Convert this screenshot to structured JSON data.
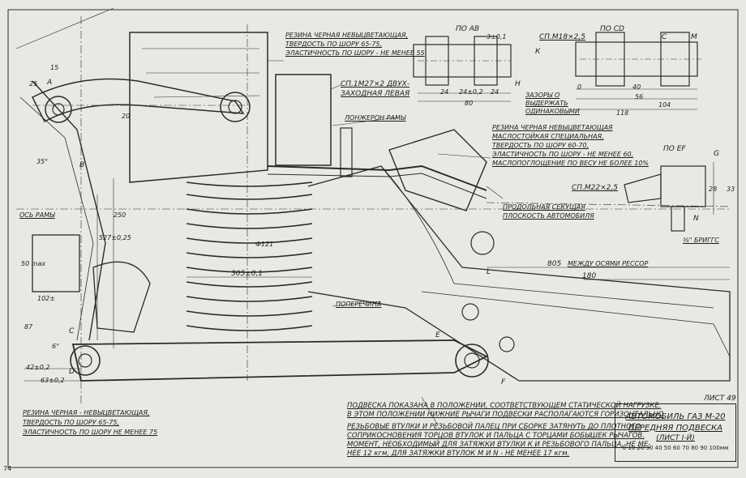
{
  "rubber_top": {
    "line1": "РЕЗИНА ЧЕРНАЯ НЕВЫЦВЕТАЮЩАЯ,",
    "line2": "ТВЕРДОСТЬ ПО ШОРУ 65-75,",
    "line3": "ЭЛАСТИЧНОСТЬ ПО ШОРУ - НЕ МЕНЕЕ 55"
  },
  "rubber_middle": {
    "line1": "РЕЗИНА ЧЕРНАЯ НЕВЫЦВЕТАЮЩАЯ",
    "line2": "МАСЛОСТОЙКАЯ СПЕЦИАЛЬНАЯ,",
    "line3": "ТВЕРДОСТЬ ПО ШОРУ 60-70,",
    "line4": "ЭЛАСТИЧНОСТЬ ПО ШОРУ - НЕ МЕНЕЕ 60,",
    "line5": "МАСЛОПОГЛОЩЕНИЕ ПО ВЕСУ НЕ БОЛЕЕ 10%"
  },
  "rubber_bottom": {
    "line1": "РЕЗИНА ЧЕРНАЯ - НЕВЫЦВЕТАЮЩАЯ,",
    "line2": "ТВЕРДОСТЬ ПО ШОРУ 65-75,",
    "line3": "ЭЛАСТИЧНОСТЬ ПО ШОРУ НЕ МЕНЕЕ 75"
  },
  "thread_m27": "СП.1М27×2 ДВУХ-",
  "thread_m27b": "ЗАХОДНАЯ ЛЕВАЯ",
  "thread_m18": "СП.М18×2,5",
  "thread_m22": "СП.М22×2,5",
  "spar": "ЛОНЖЕРОН РАМЫ",
  "gaps": {
    "line1": "ЗАЗОРЫ О",
    "line2": "ВЫДЕРЖАТЬ",
    "line3": "ОДИНАКОВЫМИ"
  },
  "section": {
    "line1": "ПРОДОЛЬНАЯ СЕКУЩАЯ",
    "line2": "ПЛОСКОСТЬ АВТОМОБИЛЯ"
  },
  "crossmember": "ПОПЕРЕЧИНА",
  "spring_axes": "МЕЖДУ ОСЯМИ РЕССОР",
  "frame_axis": "ОСЬ РАМЫ",
  "grease": "⅜\" БРИГГС",
  "views": {
    "ab": "ПО АВ",
    "cd": "ПО СD",
    "ef": "ПО ЕF"
  },
  "letters": {
    "k": "К",
    "h": "Н",
    "c": "С",
    "m": "М",
    "n": "N",
    "g": "G",
    "a": "А",
    "b": "В",
    "cc": "С",
    "d": "D",
    "e": "E",
    "f": "F",
    "l": "L"
  },
  "dims": {
    "d3": "3±0,1",
    "d24a": "24",
    "d2402": "24±0,2",
    "d24b": "24",
    "d80": "80",
    "d0": "0",
    "d40": "40",
    "d56": "56",
    "d104": "104",
    "d118": "118",
    "d28": "28",
    "d33": "33",
    "d805": "805",
    "d180": "180",
    "d305": "305±0,1",
    "d121": "Ф121",
    "d250": "250",
    "d5271": "527±0,25",
    "d50": "50 max",
    "d102": "102±",
    "d87": "87",
    "d4202": "42±0,2",
    "d63": "63±0,2",
    "d35": "35°",
    "d25": "25",
    "d15": "15",
    "d20": "20",
    "d6": "6°"
  },
  "notes": {
    "n1a": "ПОДВЕСКА ПОКАЗАНА В ПОЛОЖЕНИИ, СООТВЕТСТВУЮЩЕМ СТАТИЧЕСКОЙ НАГРУЗКЕ.",
    "n1b": "В ЭТОМ ПОЛОЖЕНИИ НИЖНИЕ РЫЧАГИ ПОДВЕСКИ РАСПОЛАГАЮТСЯ ГОРИЗОНТАЛЬНО",
    "n2a": "РЕЗЬБОВЫЕ ВТУЛКИ И РЕЗЬБОВОЙ ПАЛЕЦ ПРИ СБОРКЕ ЗАТЯНУТЬ ДО ПЛОТНОГО",
    "n2b": "СОПРИКОСНОВЕНИЯ ТОРЦОВ ВТУЛОК И ПАЛЬЦА С ТОРЦАМИ БОБЫШЕК РЫЧАГОВ.",
    "n2c": "МОМЕНТ, НЕОБХОДИМЫЙ ДЛЯ ЗАТЯЖКИ ВТУЛКИ К И РЕЗЬБОВОГО ПАЛЬЦА,-НЕ МЕ-",
    "n2d": "НЕЕ 12 кгм, ДЛЯ ЗАТЯЖКИ ВТУЛОК М И N - НЕ МЕНЕЕ 17 кгм."
  },
  "title_block": {
    "sheet": "ЛИСТ 49",
    "car": "АВТОМОБИЛЬ ГАЗ М-20",
    "name": "ПЕРЕДНЯЯ ПОДВЕСКА",
    "part": "(ЛИСТ I-Й)",
    "scale": "0 10 20 30 40 50 60 70 80 90 100мм"
  },
  "page_number": "74"
}
